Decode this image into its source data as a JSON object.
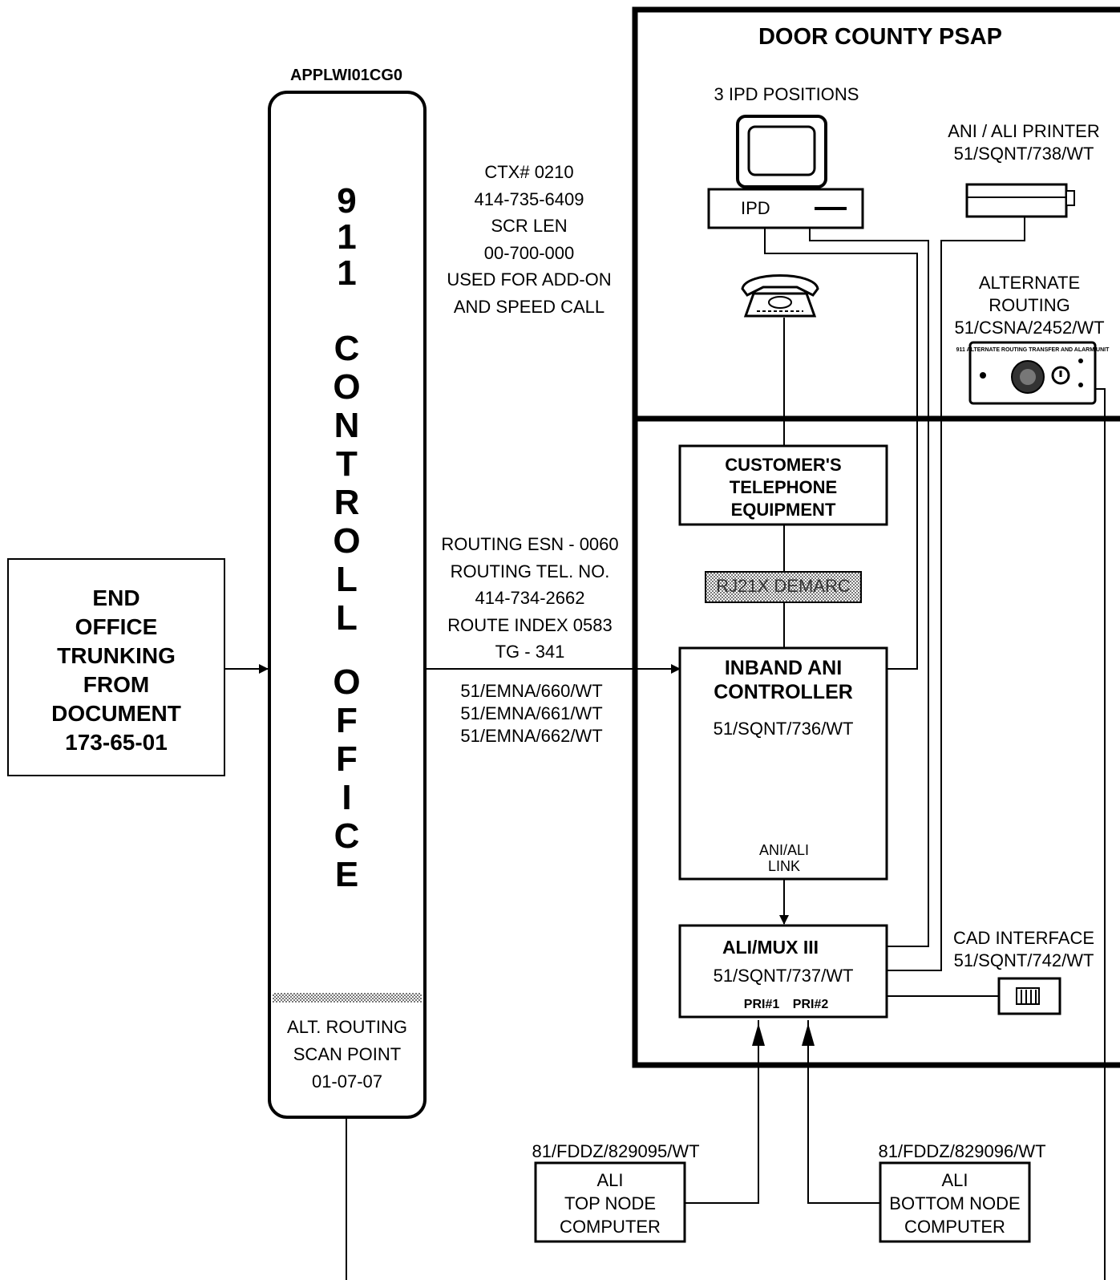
{
  "central_office": {
    "clli": "APPLWI01CG0",
    "title_top": "911",
    "title_mid": "CONTROLL",
    "title_bot": "OFFICE",
    "alt_routing": [
      "ALT. ROUTING",
      "SCAN POINT",
      "01-07-07"
    ]
  },
  "end_office": {
    "lines": [
      "END",
      "OFFICE",
      "TRUNKING",
      "FROM",
      "DOCUMENT",
      "173-65-01"
    ]
  },
  "ctx_info": [
    "CTX# 0210",
    "414-735-6409",
    "SCR LEN",
    "00-700-000",
    "USED FOR ADD-ON",
    "AND SPEED CALL"
  ],
  "routing_info": [
    "ROUTING ESN - 0060",
    "ROUTING TEL. NO.",
    "414-734-2662",
    "ROUTE INDEX 0583",
    "TG - 341"
  ],
  "trunk_circuits": [
    "51/EMNA/660/WT",
    "51/EMNA/661/WT",
    "51/EMNA/662/WT"
  ],
  "psap": {
    "title": "DOOR COUNTY PSAP",
    "ipd_positions": "3 IPD POSITIONS",
    "ipd_label": "IPD",
    "printer": [
      "ANI / ALI PRINTER",
      "51/SQNT/738/WT"
    ],
    "alt_routing": [
      "ALTERNATE",
      "ROUTING",
      "51/CSNA/2452/WT"
    ],
    "alt_unit_caption": "911 ALTERNATE ROUTING TRANSFER AND ALARM UNIT",
    "cte": [
      "CUSTOMER'S",
      "TELEPHONE",
      "EQUIPMENT"
    ],
    "demarc": "RJ21X DEMARC",
    "ani_controller": {
      "title": [
        "INBAND ANI",
        "CONTROLLER"
      ],
      "circuit": "51/SQNT/736/WT",
      "link": [
        "ANI/ALI",
        "LINK"
      ]
    },
    "alimux": {
      "title": "ALI/MUX III",
      "circuit": "51/SQNT/737/WT",
      "pri1": "PRI#1",
      "pri2": "PRI#2"
    },
    "cad": [
      "CAD INTERFACE",
      "51/SQNT/742/WT"
    ]
  },
  "ali_top": {
    "circuit": "81/FDDZ/829095/WT",
    "lines": [
      "ALI",
      "TOP NODE",
      "COMPUTER"
    ]
  },
  "ali_bottom": {
    "circuit": "81/FDDZ/829096/WT",
    "lines": [
      "ALI",
      "BOTTOM NODE",
      "COMPUTER"
    ]
  }
}
